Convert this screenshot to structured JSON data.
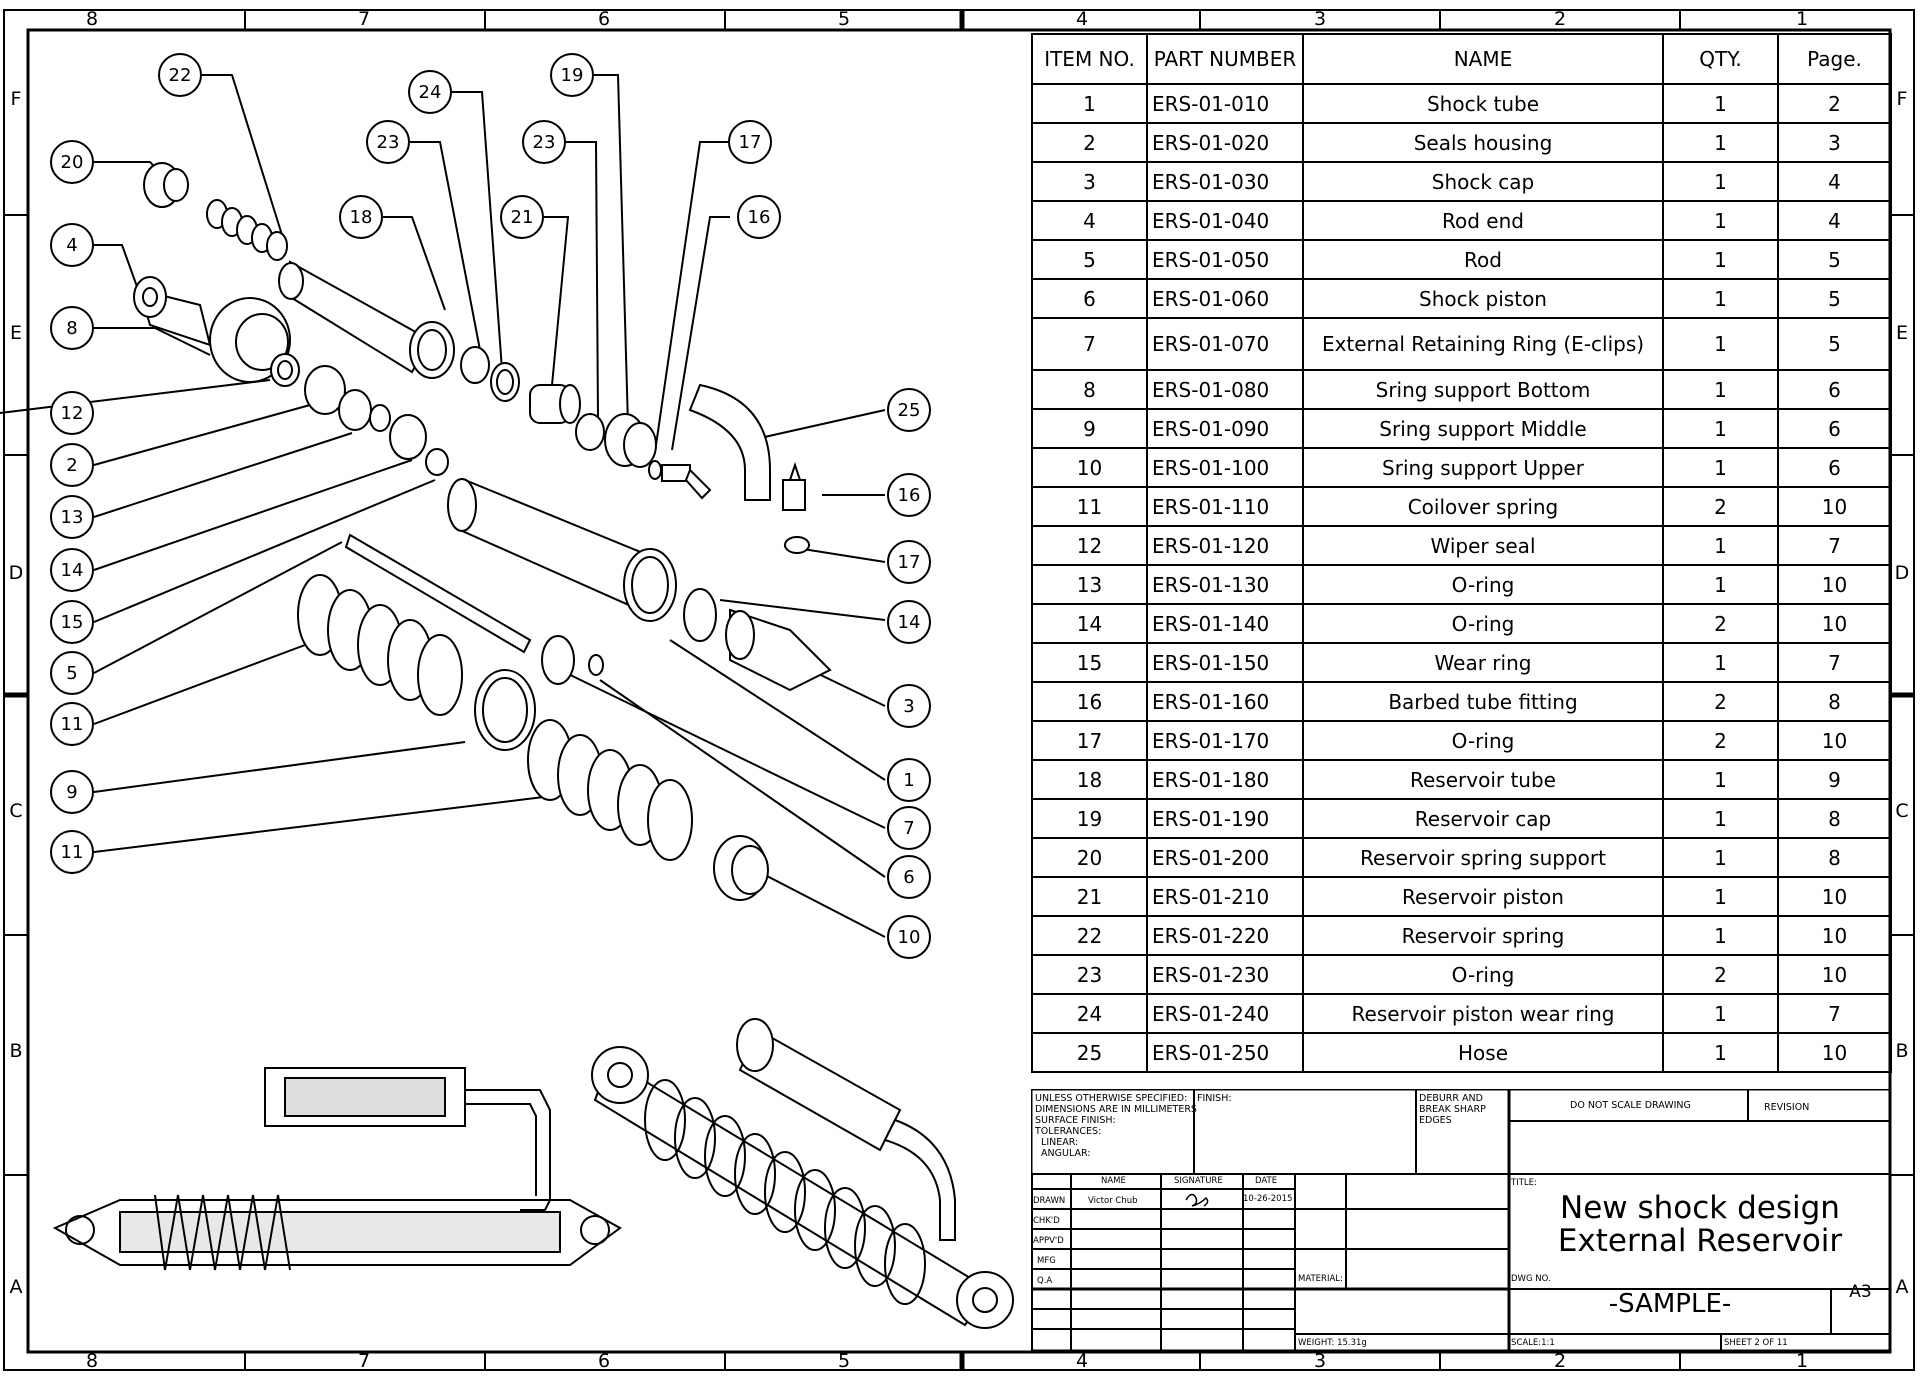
{
  "zones": {
    "columns": [
      "8",
      "7",
      "6",
      "5",
      "4",
      "3",
      "2",
      "1"
    ],
    "rows": [
      "F",
      "E",
      "D",
      "C",
      "B",
      "A"
    ]
  },
  "bom": {
    "headers": {
      "item": "ITEM NO.",
      "part": "PART NUMBER",
      "name": "NAME",
      "qty": "QTY.",
      "page": "Page."
    },
    "rows": [
      {
        "item": "1",
        "part": "ERS-01-010",
        "name": "Shock tube",
        "qty": "1",
        "page": "2"
      },
      {
        "item": "2",
        "part": "ERS-01-020",
        "name": "Seals housing",
        "qty": "1",
        "page": "3"
      },
      {
        "item": "3",
        "part": "ERS-01-030",
        "name": "Shock cap",
        "qty": "1",
        "page": "4"
      },
      {
        "item": "4",
        "part": "ERS-01-040",
        "name": "Rod end",
        "qty": "1",
        "page": "4"
      },
      {
        "item": "5",
        "part": "ERS-01-050",
        "name": "Rod",
        "qty": "1",
        "page": "5"
      },
      {
        "item": "6",
        "part": "ERS-01-060",
        "name": "Shock piston",
        "qty": "1",
        "page": "5"
      },
      {
        "item": "7",
        "part": "ERS-01-070",
        "name": "External Retaining Ring (E-clips)",
        "qty": "1",
        "page": "5"
      },
      {
        "item": "8",
        "part": "ERS-01-080",
        "name": "Sring support Bottom",
        "qty": "1",
        "page": "6"
      },
      {
        "item": "9",
        "part": "ERS-01-090",
        "name": "Sring support Middle",
        "qty": "1",
        "page": "6"
      },
      {
        "item": "10",
        "part": "ERS-01-100",
        "name": "Sring support Upper",
        "qty": "1",
        "page": "6"
      },
      {
        "item": "11",
        "part": "ERS-01-110",
        "name": "Coilover spring",
        "qty": "2",
        "page": "10"
      },
      {
        "item": "12",
        "part": "ERS-01-120",
        "name": "Wiper seal",
        "qty": "1",
        "page": "7"
      },
      {
        "item": "13",
        "part": "ERS-01-130",
        "name": "O-ring",
        "qty": "1",
        "page": "10"
      },
      {
        "item": "14",
        "part": "ERS-01-140",
        "name": "O-ring",
        "qty": "2",
        "page": "10"
      },
      {
        "item": "15",
        "part": "ERS-01-150",
        "name": "Wear ring",
        "qty": "1",
        "page": "7"
      },
      {
        "item": "16",
        "part": "ERS-01-160",
        "name": "Barbed tube fitting",
        "qty": "2",
        "page": "8"
      },
      {
        "item": "17",
        "part": "ERS-01-170",
        "name": "O-ring",
        "qty": "2",
        "page": "10"
      },
      {
        "item": "18",
        "part": "ERS-01-180",
        "name": "Reservoir tube",
        "qty": "1",
        "page": "9"
      },
      {
        "item": "19",
        "part": "ERS-01-190",
        "name": "Reservoir cap",
        "qty": "1",
        "page": "8"
      },
      {
        "item": "20",
        "part": "ERS-01-200",
        "name": "Reservoir spring support",
        "qty": "1",
        "page": "8"
      },
      {
        "item": "21",
        "part": "ERS-01-210",
        "name": "Reservoir piston",
        "qty": "1",
        "page": "10"
      },
      {
        "item": "22",
        "part": "ERS-01-220",
        "name": "Reservoir spring",
        "qty": "1",
        "page": "10"
      },
      {
        "item": "23",
        "part": "ERS-01-230",
        "name": "O-ring",
        "qty": "2",
        "page": "10"
      },
      {
        "item": "24",
        "part": "ERS-01-240",
        "name": "Reservoir piston wear ring",
        "qty": "1",
        "page": "7"
      },
      {
        "item": "25",
        "part": "ERS-01-250",
        "name": "Hose",
        "qty": "1",
        "page": "10"
      }
    ]
  },
  "title_block": {
    "spec": "UNLESS OTHERWISE SPECIFIED:\nDIMENSIONS ARE IN MILLIMETERS\nSURFACE FINISH:\nTOLERANCES:\n  LINEAR:\n  ANGULAR:",
    "finish": "FINISH:",
    "deburr": "DEBURR AND\nBREAK SHARP\nEDGES",
    "do_not_scale": "DO NOT SCALE DRAWING",
    "revision": "REVISION",
    "col_name": "NAME",
    "col_signature": "SIGNATURE",
    "col_date": "DATE",
    "row_drawn": "DRAWN",
    "row_chkd": "CHK'D",
    "row_appvd": "APPV'D",
    "row_mfg": "MFG",
    "row_qa": "Q.A",
    "drawn_name": "Victor Chub",
    "drawn_date": "10-26-2015",
    "title_label": "TITLE:",
    "title_line1": "New shock design",
    "title_line2": "External Reservoir",
    "material": "MATERIAL:",
    "dwg_label": "DWG NO.",
    "dwg_no": "-SAMPLE-",
    "size": "A3",
    "weight": "WEIGHT: 15.31g",
    "scale": "SCALE:1:1",
    "sheet": "SHEET 2 OF 11"
  },
  "callouts": [
    "22",
    "24",
    "19",
    "20",
    "23",
    "23",
    "17",
    "18",
    "21",
    "16",
    "4",
    "8",
    "25",
    "12",
    "16",
    "2",
    "17",
    "13",
    "14",
    "14",
    "15",
    "3",
    "5",
    "11",
    "1",
    "9",
    "7",
    "11",
    "6",
    "10"
  ]
}
